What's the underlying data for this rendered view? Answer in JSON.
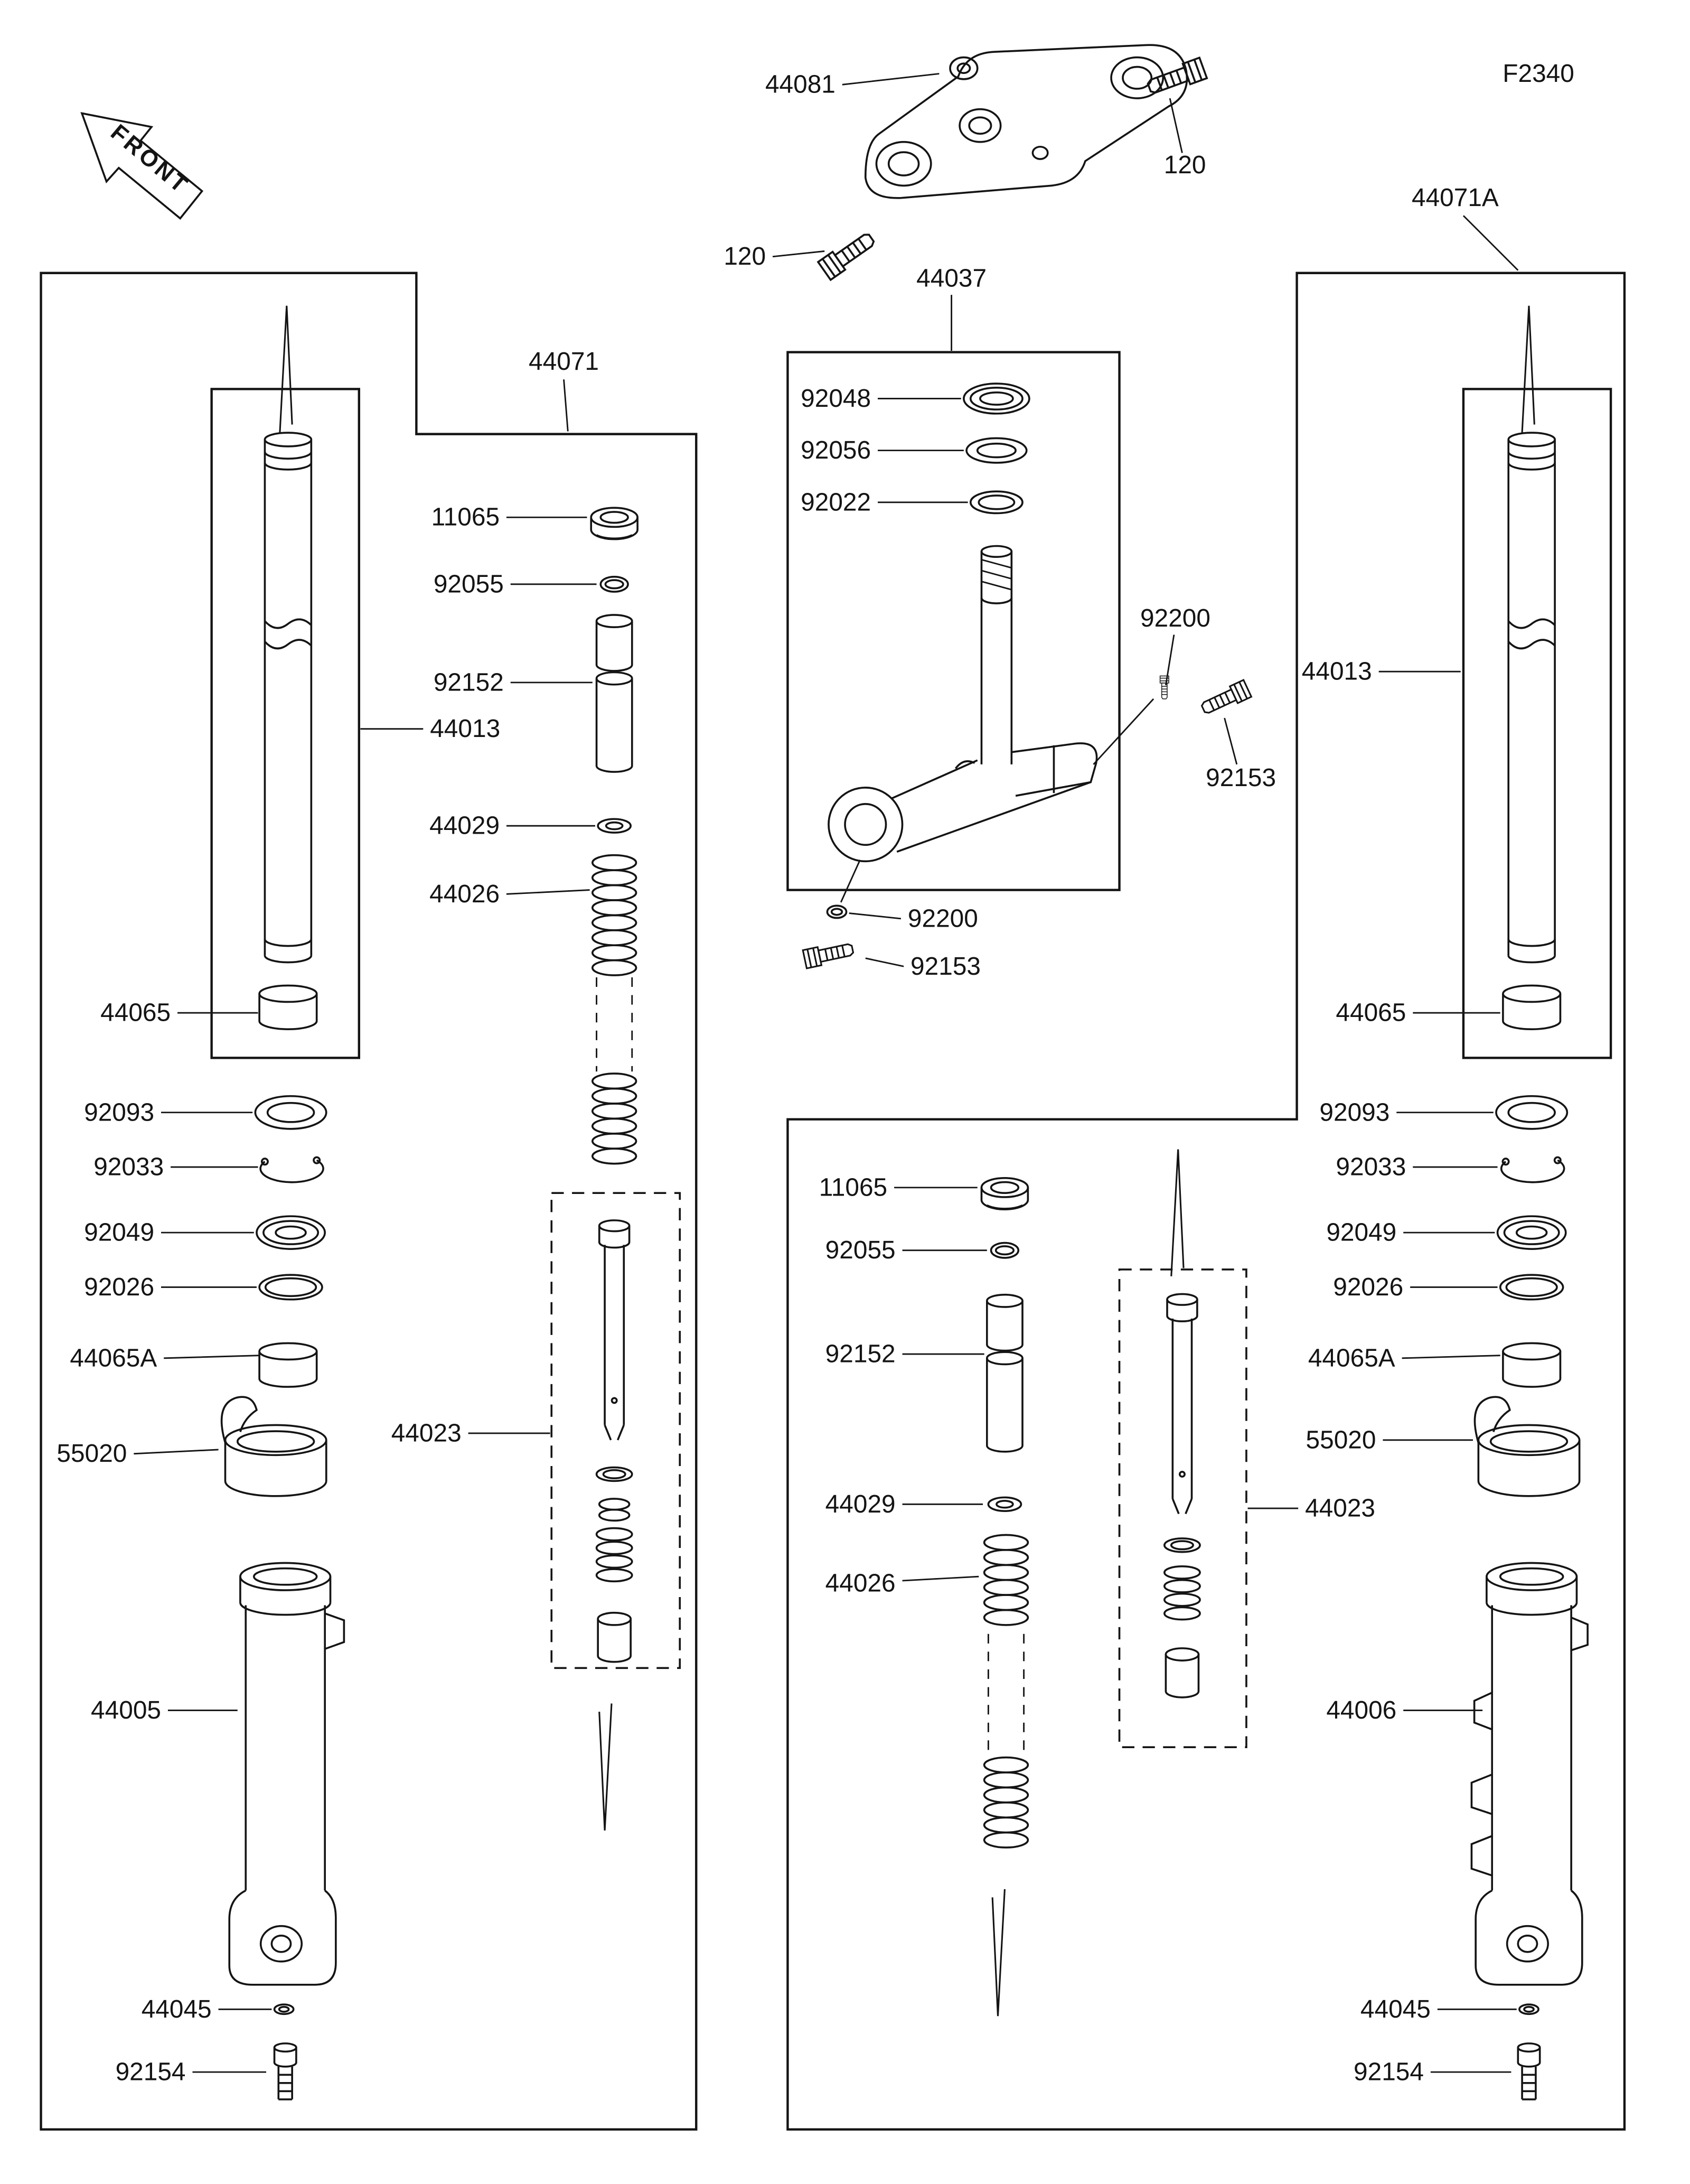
{
  "figure": {
    "code": "F2340",
    "front": "FRONT"
  },
  "top": {
    "clamp": "44081",
    "bolt_right": "120",
    "bolt_left": "120"
  },
  "stem": {
    "assembly": "44037",
    "cap": "92048",
    "washer": "92056",
    "oring": "92022",
    "pin_upper": "92200",
    "bolt_upper": "92153",
    "washer_lower": "92200",
    "bolt_lower": "92153"
  },
  "left": {
    "assembly": "44071",
    "tube": "44013",
    "plug": "11065",
    "oring": "92055",
    "spacer": "92152",
    "washer": "44029",
    "spring": "44026",
    "bushing_upper": "44065",
    "seal_washer": "92093",
    "snap_ring": "92033",
    "oil_seal": "92049",
    "ring": "92026",
    "bushing_lower": "44065A",
    "guard": "55020",
    "damper": "44023",
    "outer_tube": "44005",
    "gasket": "44045",
    "bolt": "92154"
  },
  "right": {
    "assembly": "44071A",
    "tube": "44013",
    "plug": "11065",
    "oring": "92055",
    "spacer": "92152",
    "washer": "44029",
    "spring": "44026",
    "bushing_upper": "44065",
    "seal_washer": "92093",
    "snap_ring": "92033",
    "oil_seal": "92049",
    "ring": "92026",
    "bushing_lower": "44065A",
    "guard": "55020",
    "damper": "44023",
    "outer_tube": "44006",
    "gasket": "44045",
    "bolt": "92154"
  }
}
